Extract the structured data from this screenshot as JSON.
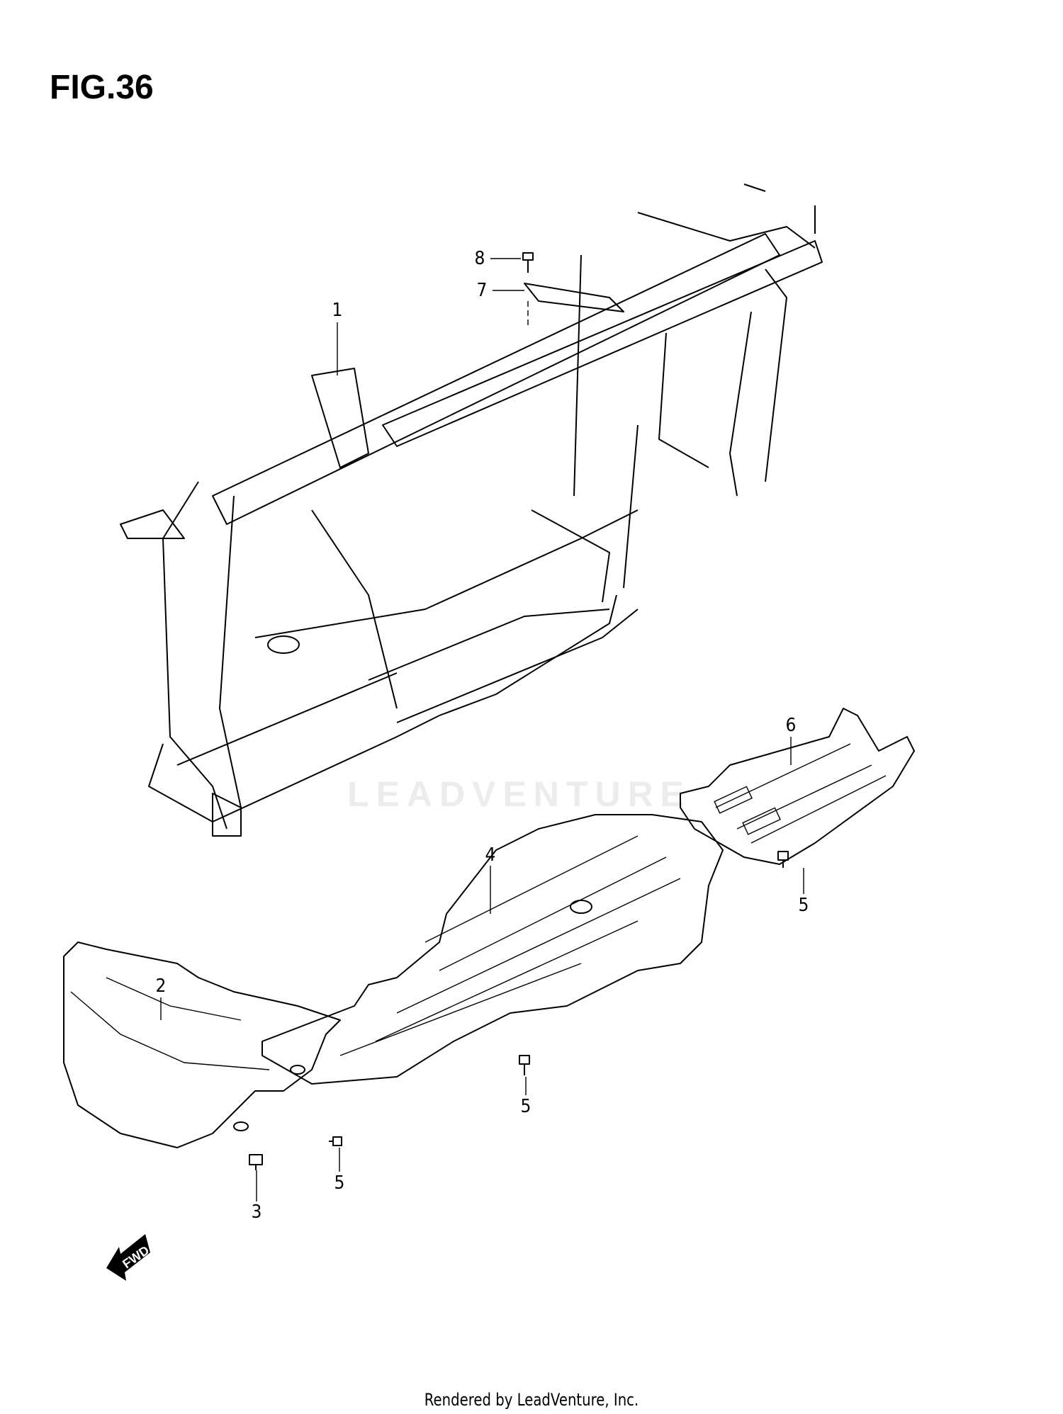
{
  "figure": {
    "title": "FIG.36"
  },
  "callouts": [
    {
      "id": "8",
      "label": "8"
    },
    {
      "id": "7",
      "label": "7"
    },
    {
      "id": "1",
      "label": "1"
    },
    {
      "id": "6",
      "label": "6"
    },
    {
      "id": "4",
      "label": "4"
    },
    {
      "id": "5a",
      "label": "5"
    },
    {
      "id": "2",
      "label": "2"
    },
    {
      "id": "5b",
      "label": "5"
    },
    {
      "id": "5c",
      "label": "5"
    },
    {
      "id": "3",
      "label": "3"
    }
  ],
  "direction_indicator": {
    "label": "FWD"
  },
  "watermark": "LEADVENTURE",
  "footer": "Rendered by LeadVenture, Inc."
}
